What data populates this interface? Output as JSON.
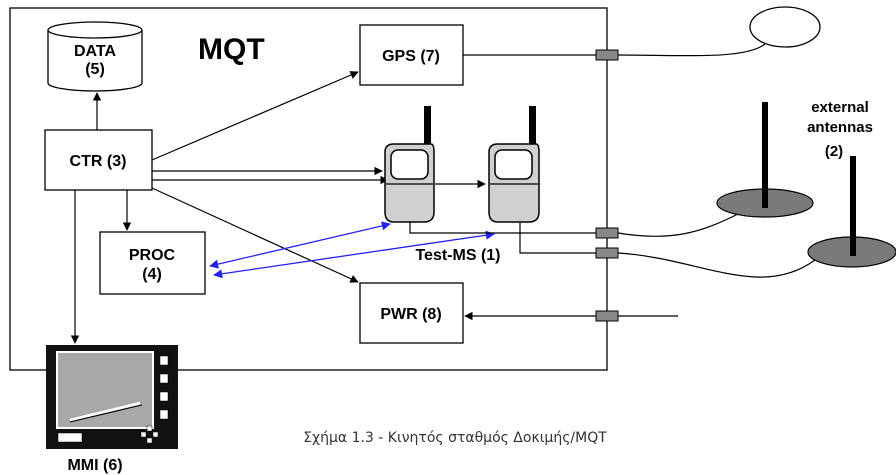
{
  "diagram": {
    "title": "MQT",
    "boxes": {
      "data": {
        "name": "DATA",
        "num": "(5)"
      },
      "ctr": {
        "label": "CTR (3)"
      },
      "proc": {
        "name": "PROC",
        "num": "(4)"
      },
      "gps": {
        "label": "GPS (7)"
      },
      "pwr": {
        "label": "PWR (8)"
      },
      "mmi": {
        "label": "MMI (6)"
      }
    },
    "test_ms_label": "Test-MS (1)",
    "external_antennas": {
      "line1": "external",
      "line2": "antennas",
      "num": "(2)"
    },
    "caption": "Σχήμα 1.3 - Κινητός σταθμός Δοκιμής/MQT"
  },
  "colors": {
    "line": "#000000",
    "blue_link": "#1f1fff",
    "phone_body": "#d0d0d0",
    "antenna_base": "#7a7a7a",
    "screen": "#a8a8a8",
    "connector": "#888888"
  }
}
